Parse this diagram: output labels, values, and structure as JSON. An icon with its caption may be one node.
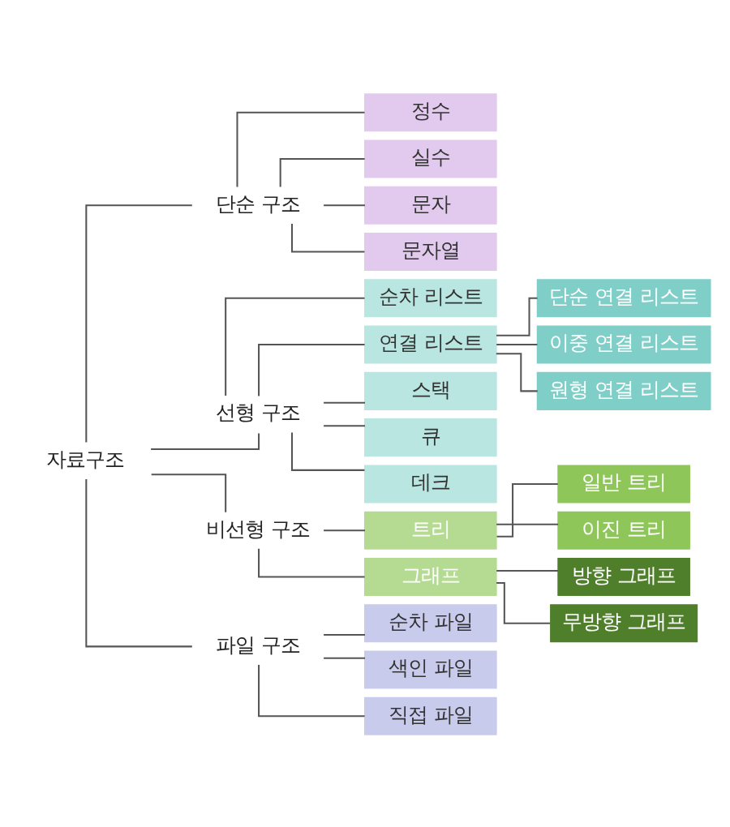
{
  "diagram": {
    "nodes": [
      {
        "text": [
          "자료구조"
        ]
      },
      {
        "text": [
          "단순 구조"
        ]
      },
      {
        "text": [
          "정수"
        ]
      },
      {
        "text": [
          "실수"
        ]
      },
      {
        "text": [
          "문자"
        ]
      },
      {
        "text": [
          "문자열"
        ]
      },
      {
        "text": [
          "선형 구조"
        ]
      },
      {
        "text": [
          "순차 리스트"
        ]
      },
      {
        "text": [
          "연결 리스트"
        ]
      },
      {
        "text": [
          "스택"
        ]
      },
      {
        "text": [
          "큐"
        ]
      },
      {
        "text": [
          "데크"
        ]
      },
      {
        "text": [
          "단순 연결 리스트"
        ]
      },
      {
        "text": [
          "이중 연결 리스트"
        ]
      },
      {
        "text": [
          "원형 연결 리스트"
        ]
      },
      {
        "text": [
          "비선형 구조"
        ]
      },
      {
        "text": [
          "트리"
        ]
      },
      {
        "text": [
          "그래프"
        ]
      },
      {
        "text": [
          "일반 트리"
        ]
      },
      {
        "text": [
          "이진 트리"
        ]
      },
      {
        "text": [
          "방향 그래프"
        ]
      },
      {
        "text": [
          "무방향 그래프"
        ]
      },
      {
        "text": [
          "파일 구조"
        ]
      },
      {
        "text": [
          "순차 파일"
        ]
      },
      {
        "text": [
          "색인 파일"
        ]
      },
      {
        "text": [
          "직접 파일"
        ]
      }
    ],
    "edges": [
      {
        "from": 0,
        "to": 1,
        "arrow": "none"
      },
      {
        "from": 0,
        "to": 6,
        "arrow": "none"
      },
      {
        "from": 0,
        "to": 15,
        "arrow": "none"
      },
      {
        "from": 0,
        "to": 22,
        "arrow": "none"
      },
      {
        "from": 1,
        "to": 2,
        "arrow": "none"
      },
      {
        "from": 1,
        "to": 3,
        "arrow": "none"
      },
      {
        "from": 1,
        "to": 4,
        "arrow": "none"
      },
      {
        "from": 1,
        "to": 5,
        "arrow": "none"
      },
      {
        "from": 6,
        "to": 7,
        "arrow": "none"
      },
      {
        "from": 6,
        "to": 8,
        "arrow": "none"
      },
      {
        "from": 6,
        "to": 9,
        "arrow": "none"
      },
      {
        "from": 6,
        "to": 10,
        "arrow": "none"
      },
      {
        "from": 6,
        "to": 11,
        "arrow": "none"
      },
      {
        "from": 8,
        "to": 12,
        "arrow": "none"
      },
      {
        "from": 8,
        "to": 13,
        "arrow": "none"
      },
      {
        "from": 8,
        "to": 14,
        "arrow": "none"
      },
      {
        "from": 15,
        "to": 16,
        "arrow": "none"
      },
      {
        "from": 15,
        "to": 17,
        "arrow": "none"
      },
      {
        "from": 16,
        "to": 18,
        "arrow": "none"
      },
      {
        "from": 16,
        "to": 19,
        "arrow": "none"
      },
      {
        "from": 17,
        "to": 20,
        "arrow": "none"
      },
      {
        "from": 17,
        "to": 21,
        "arrow": "none"
      },
      {
        "from": 22,
        "to": 23,
        "arrow": "none"
      },
      {
        "from": 22,
        "to": 24,
        "arrow": "none"
      },
      {
        "from": 22,
        "to": 25,
        "arrow": "none"
      }
    ]
  }
}
